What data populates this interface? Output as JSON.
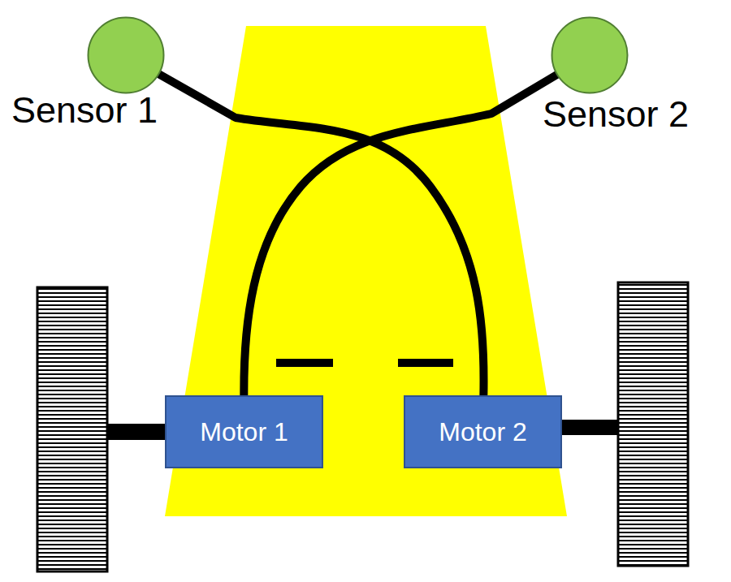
{
  "diagram": {
    "nodes": [
      {
        "text": [
          "Sensor 1"
        ]
      },
      {
        "text": [
          "Sensor 2"
        ]
      },
      {
        "text": [
          "Motor 1"
        ]
      },
      {
        "text": [
          "Motor 2"
        ]
      }
    ],
    "edges": [
      {
        "from": 0,
        "to": 3,
        "arrow": "none"
      },
      {
        "from": 1,
        "to": 2,
        "arrow": "none"
      }
    ]
  }
}
